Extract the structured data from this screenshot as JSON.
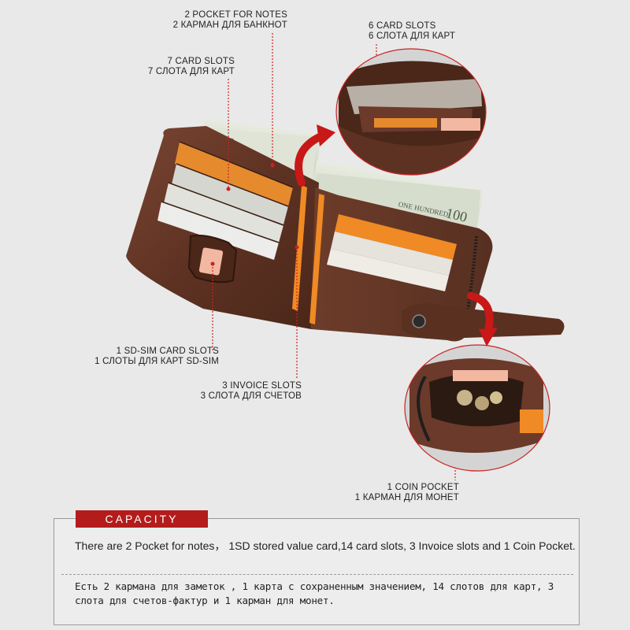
{
  "labels": {
    "notes_pocket": {
      "en": "2 POCKET FOR NOTES",
      "ru": "2 КАРМАН ДЛЯ БАНКНОТ"
    },
    "six_card_slots": {
      "en": "6 CARD SLOTS",
      "ru": "6 СЛОТА ДЛЯ КАРТ"
    },
    "seven_card_slots": {
      "en": "7 CARD SLOTS",
      "ru": "7 СЛОТА ДЛЯ КАРТ"
    },
    "sim_card_slots": {
      "en": "1 SD-SIM CARD SLOTS",
      "ru": "1 СЛОТЫ ДЛЯ КАРТ SD-SIM"
    },
    "invoice_slots": {
      "en": "3 INVOICE SLOTS",
      "ru": "3 СЛОТА ДЛЯ СЧЕТОВ"
    },
    "coin_pocket": {
      "en": "1 COIN POCKET",
      "ru": "1 КАРМАН ДЛЯ МОНЕТ"
    }
  },
  "capacity": {
    "title": "CAPACITY",
    "text_en": "There are 2 Pocket for notes， 1SD stored value card,14 card slots,  3 Invoice slots and 1 Coin Pocket.",
    "text_ru": "Есть 2 кармана для заметок ,  1 карта с сохраненным значением, 14 слотов для карт, 3 слота для счетов-фактур и 1 карман для монет."
  },
  "colors": {
    "background": "#e9e9e9",
    "accent_red": "#b41c1c",
    "leather_brown": "#6b3a2a",
    "card_orange": "#f08a24",
    "guide_line": "#cc2222"
  }
}
